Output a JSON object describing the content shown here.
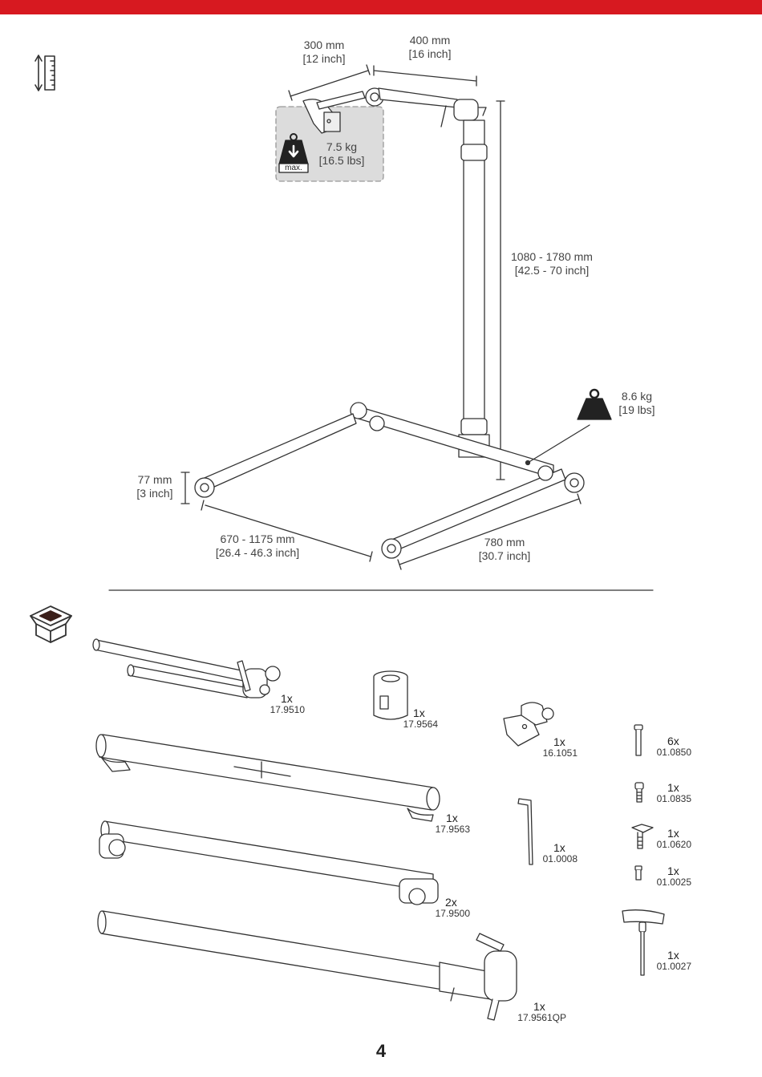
{
  "colors": {
    "accent": "#d71920",
    "line": "#333333",
    "shade": "#dcdcdc"
  },
  "icons": {
    "measure": "measuring-ruler-icon",
    "box": "box-contents-icon",
    "weight": "weight-icon"
  },
  "dims": {
    "arm_short": {
      "mm": "300 mm",
      "inch": "[12 inch]"
    },
    "arm_long": {
      "mm": "400 mm",
      "inch": "[16 inch]"
    },
    "height": {
      "mm": "1080 - 1780 mm",
      "inch": "[42.5 - 70 inch]"
    },
    "base_height": {
      "mm": "77 mm",
      "inch": "[3 inch]"
    },
    "base_length": {
      "mm": "670 - 1175 mm",
      "inch": "[26.4 - 46.3 inch]"
    },
    "base_width": {
      "mm": "780 mm",
      "inch": "[30.7 inch]"
    }
  },
  "load": {
    "max_label": "max.",
    "kg": "7.5 kg",
    "lbs": "[16.5 lbs]"
  },
  "stand_weight": {
    "kg": "8.6 kg",
    "lbs": "[19 lbs]"
  },
  "parts": [
    {
      "qty": "1x",
      "code": "17.9510"
    },
    {
      "qty": "1x",
      "code": "17.9564"
    },
    {
      "qty": "1x",
      "code": "16.1051"
    },
    {
      "qty": "6x",
      "code": "01.0850"
    },
    {
      "qty": "1x",
      "code": "01.0835"
    },
    {
      "qty": "1x",
      "code": "17.9563"
    },
    {
      "qty": "1x",
      "code": "01.0620"
    },
    {
      "qty": "1x",
      "code": "01.0008"
    },
    {
      "qty": "1x",
      "code": "01.0025"
    },
    {
      "qty": "2x",
      "code": "17.9500"
    },
    {
      "qty": "1x",
      "code": "01.0027"
    },
    {
      "qty": "1x",
      "code": "17.9561QP"
    }
  ],
  "page_number": "4"
}
